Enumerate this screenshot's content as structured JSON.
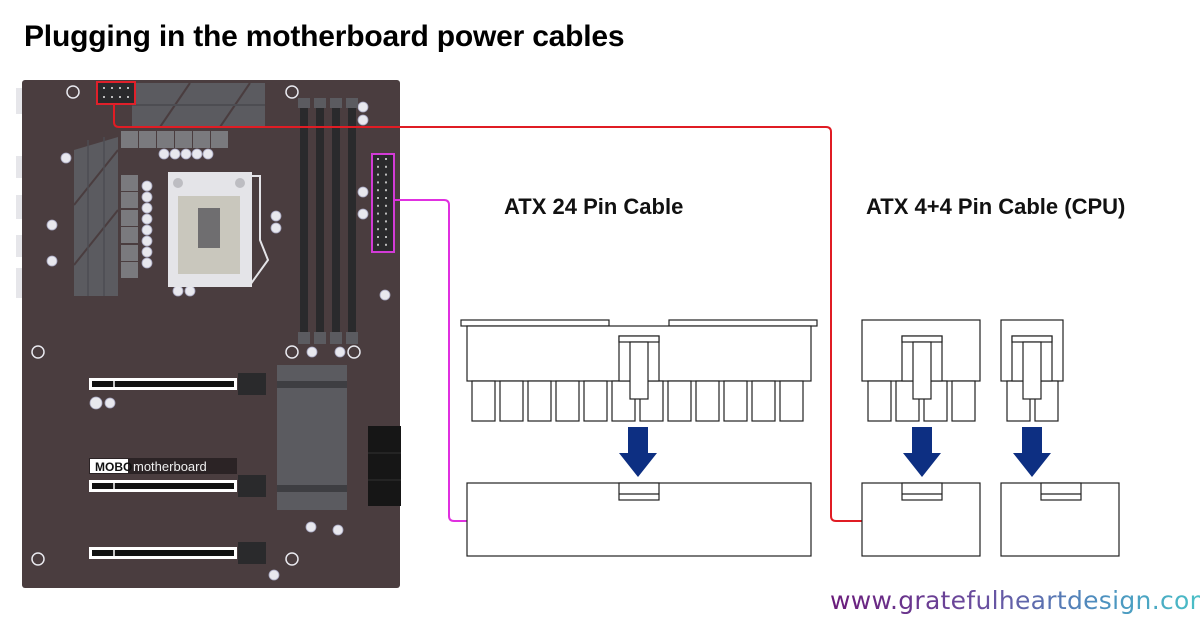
{
  "title": "Plugging in the motherboard power cables",
  "motherboard": {
    "logo_badge": "MOBO",
    "logo_text": "motherboard",
    "board_color": "#4a3d3f",
    "cpu_power_header_highlight": "#e0202a",
    "atx_header_highlight": "#d23bd6"
  },
  "connectors": [
    {
      "id": "atx24",
      "label": "ATX 24 Pin Cable",
      "pins_per_row": 12,
      "cable_color": "#e030e0"
    },
    {
      "id": "cpu44",
      "label": "ATX 4+4 Pin Cable (CPU)",
      "pins_per_row": 4,
      "cable_color": "#e01c24"
    }
  ],
  "arrow_color": "#0d2f82",
  "footer": {
    "website": "www.gratefulheartdesign.com"
  }
}
